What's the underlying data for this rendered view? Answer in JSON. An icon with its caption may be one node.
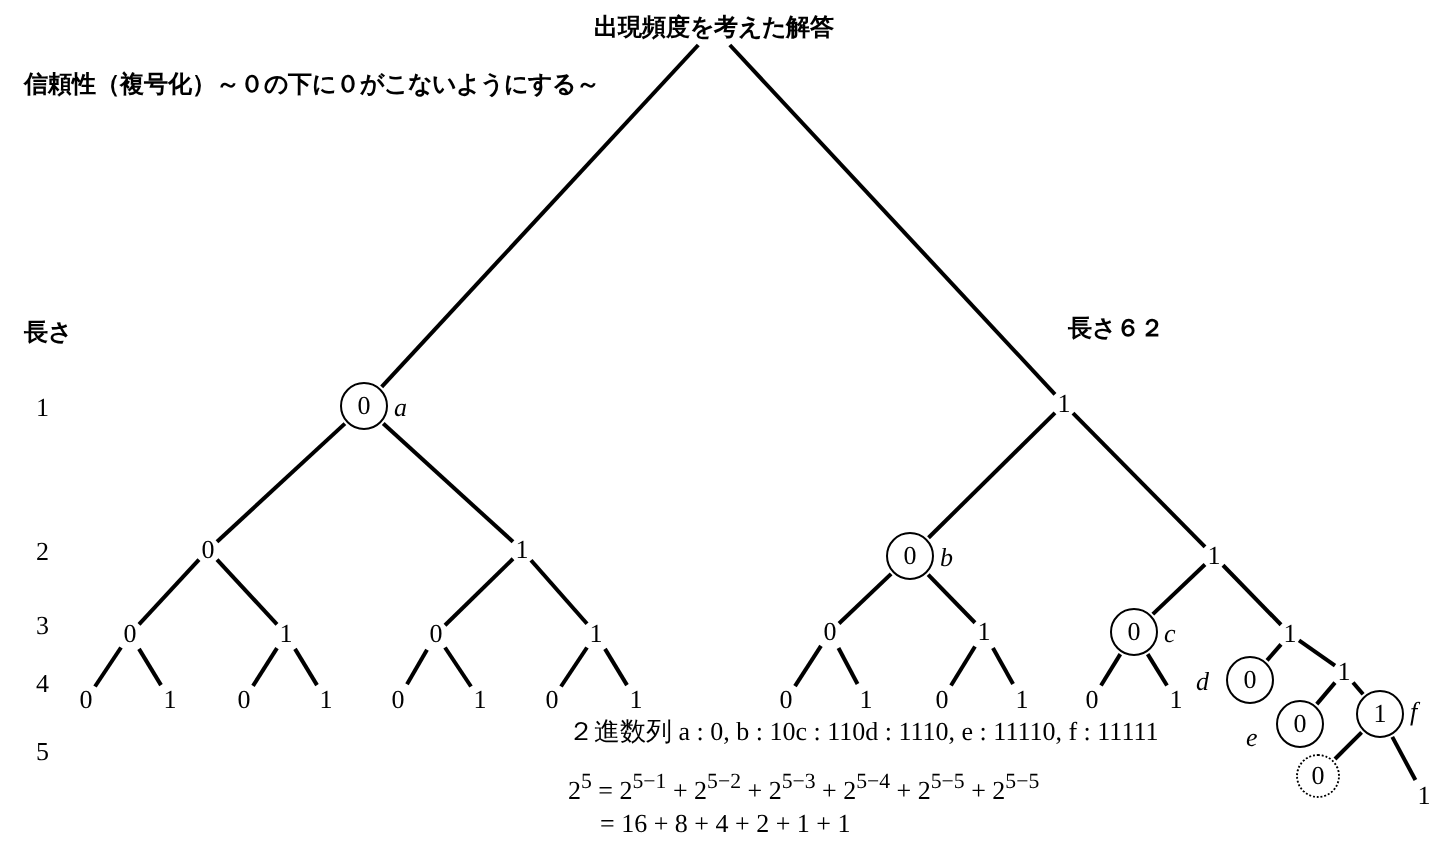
{
  "diagram": {
    "nodes": [
      {
        "text": [
          "出現頻度を考えた解答"
        ]
      },
      {
        "text": [
          "0"
        ],
        "beside": [
          "a"
        ]
      },
      {
        "text": [
          "1"
        ]
      },
      {
        "text": [
          "0"
        ]
      },
      {
        "text": [
          "1"
        ]
      },
      {
        "text": [
          "0"
        ],
        "beside": [
          "b"
        ]
      },
      {
        "text": [
          "1"
        ]
      },
      {
        "text": [
          "0"
        ]
      },
      {
        "text": [
          "1"
        ]
      },
      {
        "text": [
          "0"
        ]
      },
      {
        "text": [
          "1"
        ]
      },
      {
        "text": [
          "0"
        ]
      },
      {
        "text": [
          "1"
        ]
      },
      {
        "text": [
          "0"
        ],
        "beside": [
          "c"
        ]
      },
      {
        "text": [
          "1"
        ]
      },
      {
        "text": [
          "0"
        ]
      },
      {
        "text": [
          "1"
        ]
      },
      {
        "text": [
          "0"
        ]
      },
      {
        "text": [
          "1"
        ]
      },
      {
        "text": [
          "0"
        ]
      },
      {
        "text": [
          "1"
        ]
      },
      {
        "text": [
          "0"
        ]
      },
      {
        "text": [
          "1"
        ]
      },
      {
        "text": [
          "0"
        ]
      },
      {
        "text": [
          "1"
        ]
      },
      {
        "text": [
          "0"
        ]
      },
      {
        "text": [
          "1"
        ]
      },
      {
        "text": [
          "0"
        ]
      },
      {
        "text": [
          "1"
        ]
      },
      {
        "text": [
          "0"
        ],
        "beside": [
          "d"
        ]
      },
      {
        "text": [
          "1"
        ]
      },
      {
        "text": [
          "0"
        ],
        "beside": [
          "e"
        ]
      },
      {
        "text": [
          "1"
        ],
        "beside": [
          "f"
        ]
      },
      {
        "text": [
          "0"
        ]
      },
      {
        "text": [
          "1"
        ]
      }
    ],
    "edges": [
      {
        "from": 0,
        "to": 1,
        "arrow": "none"
      },
      {
        "from": 0,
        "to": 2,
        "arrow": "none"
      },
      {
        "from": 1,
        "to": 3,
        "arrow": "none"
      },
      {
        "from": 1,
        "to": 4,
        "arrow": "none"
      },
      {
        "from": 2,
        "to": 5,
        "arrow": "none"
      },
      {
        "from": 2,
        "to": 6,
        "arrow": "none"
      },
      {
        "from": 3,
        "to": 7,
        "arrow": "none"
      },
      {
        "from": 3,
        "to": 8,
        "arrow": "none"
      },
      {
        "from": 4,
        "to": 9,
        "arrow": "none"
      },
      {
        "from": 4,
        "to": 10,
        "arrow": "none"
      },
      {
        "from": 5,
        "to": 11,
        "arrow": "none"
      },
      {
        "from": 5,
        "to": 12,
        "arrow": "none"
      },
      {
        "from": 6,
        "to": 13,
        "arrow": "none"
      },
      {
        "from": 6,
        "to": 14,
        "arrow": "none"
      },
      {
        "from": 7,
        "to": 15,
        "arrow": "none"
      },
      {
        "from": 7,
        "to": 16,
        "arrow": "none"
      },
      {
        "from": 8,
        "to": 17,
        "arrow": "none"
      },
      {
        "from": 8,
        "to": 18,
        "arrow": "none"
      },
      {
        "from": 9,
        "to": 19,
        "arrow": "none"
      },
      {
        "from": 9,
        "to": 20,
        "arrow": "none"
      },
      {
        "from": 10,
        "to": 21,
        "arrow": "none"
      },
      {
        "from": 10,
        "to": 22,
        "arrow": "none"
      },
      {
        "from": 11,
        "to": 23,
        "arrow": "none"
      },
      {
        "from": 11,
        "to": 24,
        "arrow": "none"
      },
      {
        "from": 12,
        "to": 25,
        "arrow": "none"
      },
      {
        "from": 12,
        "to": 26,
        "arrow": "none"
      },
      {
        "from": 13,
        "to": 27,
        "arrow": "none"
      },
      {
        "from": 13,
        "to": 28,
        "arrow": "none"
      },
      {
        "from": 14,
        "to": 29,
        "arrow": "none"
      },
      {
        "from": 14,
        "to": 30,
        "arrow": "none"
      },
      {
        "from": 30,
        "to": 31,
        "arrow": "none"
      },
      {
        "from": 30,
        "to": 32,
        "arrow": "none"
      },
      {
        "from": 32,
        "to": 33,
        "arrow": "none"
      },
      {
        "from": 32,
        "to": 34,
        "arrow": "none"
      }
    ],
    "labels": [
      "信頼性（複号化）～０の下に０がこないようにする～",
      "長さ６２",
      "長さ",
      "1",
      "2",
      "3",
      "4",
      "5",
      "２進数列 a : 0, b : 10c : 110d : 1110, e : 11110, f : 11111",
      "2$^{5}$ = 2$^{5−1}$ + 2$^{5−2}$ + 2$^{5−3}$ + 2$^{5−4}$ + 2$^{5−5}$ + 2$^{5−5}$",
      "= 16 + 8 + 4 + 2 + 1 + 1"
    ]
  }
}
